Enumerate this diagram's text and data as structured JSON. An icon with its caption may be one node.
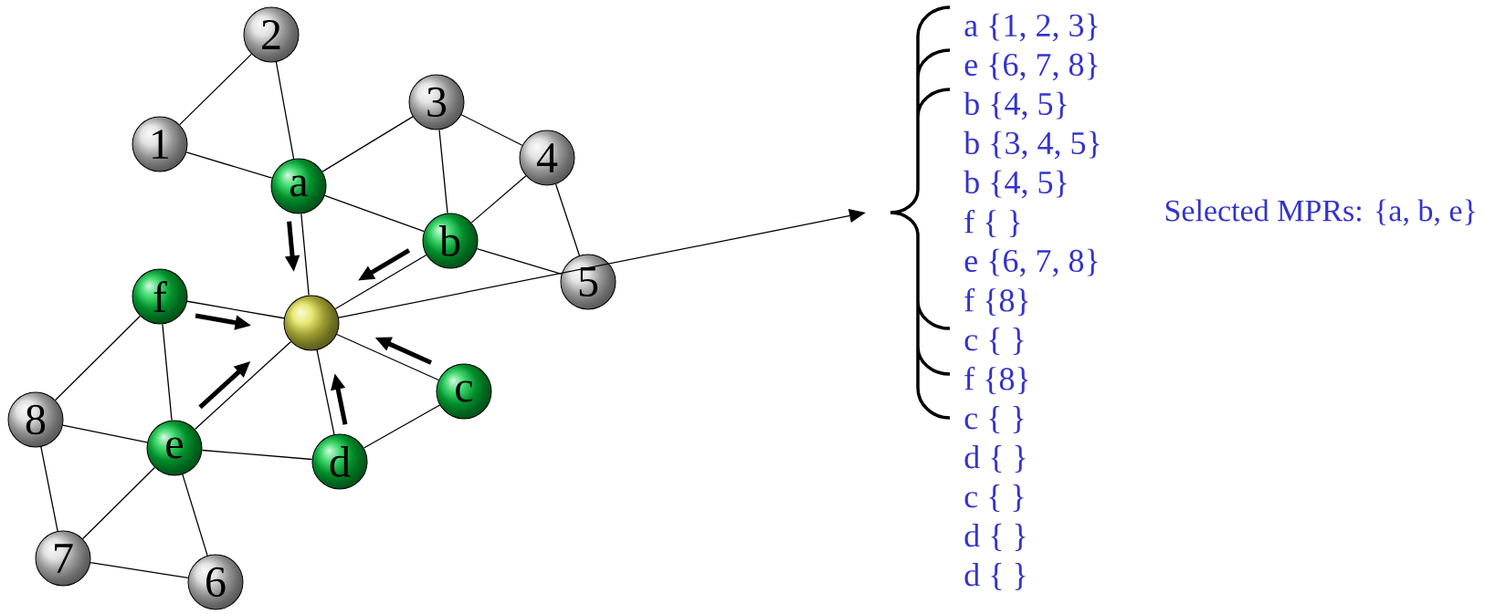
{
  "diagram": {
    "nodes": [
      {
        "text": [
          "2"
        ]
      },
      {
        "text": [
          "1"
        ]
      },
      {
        "text": [
          "3"
        ]
      },
      {
        "text": [
          "a"
        ]
      },
      {
        "text": [
          "4"
        ]
      },
      {
        "text": [
          "b"
        ]
      },
      {
        "text": [
          "5"
        ]
      },
      {
        "text": [
          "f"
        ]
      },
      {
        "text": [],
        "shape": "circle"
      },
      {
        "text": [
          "c"
        ]
      },
      {
        "text": [
          "8"
        ]
      },
      {
        "text": [
          "e"
        ]
      },
      {
        "text": [
          "d"
        ]
      },
      {
        "text": [
          "7"
        ]
      },
      {
        "text": [
          "6"
        ]
      }
    ],
    "edges": [
      {
        "from": 1,
        "to": 0,
        "arrow": "none"
      },
      {
        "from": 0,
        "to": 3,
        "arrow": "none"
      },
      {
        "from": 1,
        "to": 3,
        "arrow": "none"
      },
      {
        "from": 3,
        "to": 2,
        "arrow": "none"
      },
      {
        "from": 3,
        "to": 5,
        "arrow": "none"
      },
      {
        "from": 3,
        "to": 8,
        "arrow": "none"
      },
      {
        "from": 2,
        "to": 5,
        "arrow": "none"
      },
      {
        "from": 2,
        "to": 4,
        "arrow": "none"
      },
      {
        "from": 4,
        "to": 5,
        "arrow": "none"
      },
      {
        "from": 4,
        "to": 6,
        "arrow": "none"
      },
      {
        "from": 5,
        "to": 6,
        "arrow": "none"
      },
      {
        "from": 5,
        "to": 8,
        "arrow": "none"
      },
      {
        "from": 7,
        "to": 8,
        "arrow": "none"
      },
      {
        "from": 7,
        "to": 10,
        "arrow": "none"
      },
      {
        "from": 7,
        "to": 11,
        "arrow": "none"
      },
      {
        "from": 8,
        "to": 11,
        "arrow": "none"
      },
      {
        "from": 8,
        "to": 12,
        "arrow": "none"
      },
      {
        "from": 8,
        "to": 9,
        "arrow": "none"
      },
      {
        "from": 9,
        "to": 12,
        "arrow": "none"
      },
      {
        "from": 10,
        "to": 11,
        "arrow": "none"
      },
      {
        "from": 11,
        "to": 12,
        "arrow": "none"
      },
      {
        "from": 10,
        "to": 13,
        "arrow": "none"
      },
      {
        "from": 11,
        "to": 13,
        "arrow": "none"
      },
      {
        "from": 11,
        "to": 14,
        "arrow": "none"
      },
      {
        "from": 13,
        "to": 14,
        "arrow": "none"
      },
      {
        "from": 3,
        "to": 8,
        "arrow": "to",
        "style": "thick"
      },
      {
        "from": 5,
        "to": 8,
        "arrow": "to",
        "style": "thick"
      },
      {
        "from": 7,
        "to": 8,
        "arrow": "to",
        "style": "thick"
      },
      {
        "from": 11,
        "to": 8,
        "arrow": "to",
        "style": "thick"
      },
      {
        "from": 12,
        "to": 8,
        "arrow": "to",
        "style": "thick"
      },
      {
        "from": 9,
        "to": 8,
        "arrow": "to",
        "style": "thick"
      },
      {
        "from": 8,
        "to": null,
        "arrow": "to"
      }
    ],
    "labels": [
      "a {1, 2, 3}",
      "e {6, 7, 8}",
      "b {4, 5}",
      "b {3, 4, 5}",
      "b {4, 5}",
      "f { }",
      "Selected MPRs: {a, b, e}",
      "e {6, 7, 8}",
      "f {8}",
      "c { }",
      "f {8}",
      "c { }",
      "d { }",
      "c { }",
      "d { }",
      "d { }"
    ]
  }
}
